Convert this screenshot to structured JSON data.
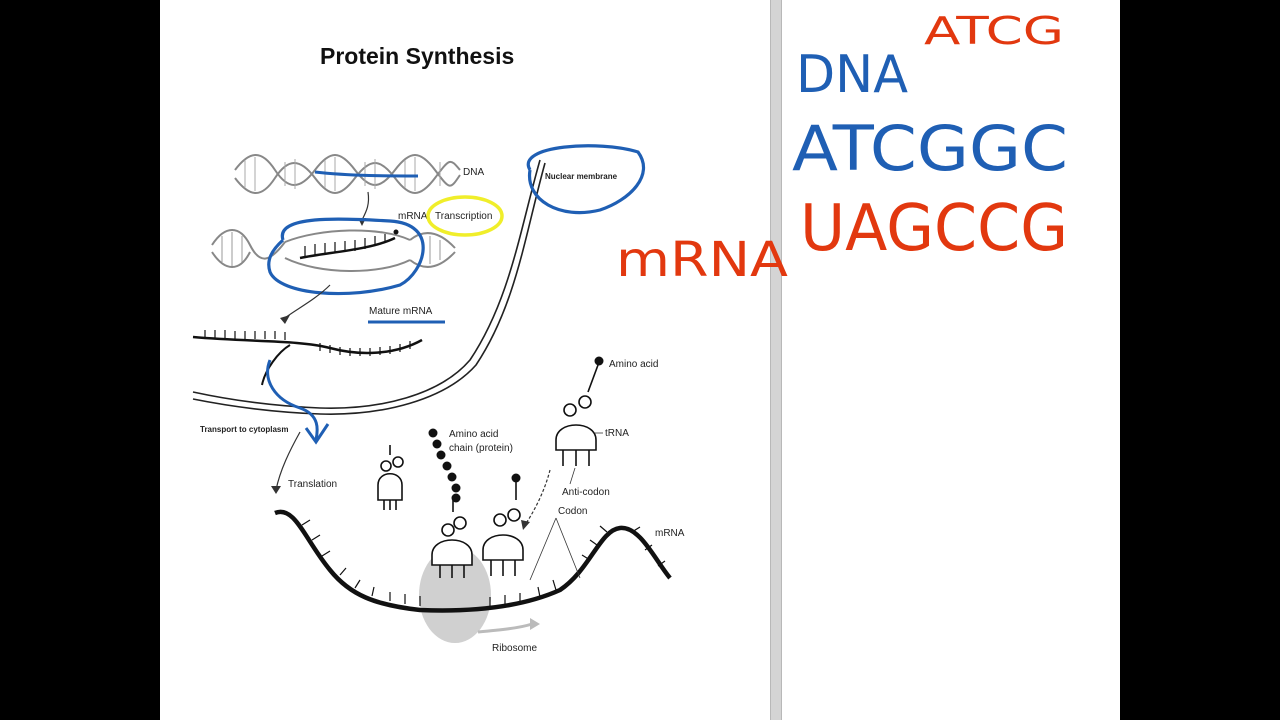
{
  "slide": {
    "title": "Protein Synthesis",
    "labels": {
      "dna": "DNA",
      "nuclear_membrane": "Nuclear membrane",
      "mrna_small": "mRNA",
      "transcription": "Transcription",
      "mature_mrna": "Mature mRNA",
      "transport": "Transport to cytoplasm",
      "translation": "Translation",
      "amino_acid": "Amino acid",
      "amino_acid_chain_1": "Amino acid",
      "amino_acid_chain_2": "chain (protein)",
      "trna": "tRNA",
      "anticodon": "Anti-codon",
      "codon": "Codon",
      "mrna_strand": "mRNA",
      "ribosome": "Ribosome"
    }
  },
  "handwriting": {
    "dna_word": "DNA",
    "bases_top": "ATCG",
    "dna_sequence": "ATCGGC",
    "mrna_word": "mRNA",
    "mrna_sequence": "UAGCCG"
  },
  "colors": {
    "ink_blue": "#1f5fb4",
    "ink_red": "#e2380f",
    "highlight_yellow": "#f0ee2a"
  }
}
